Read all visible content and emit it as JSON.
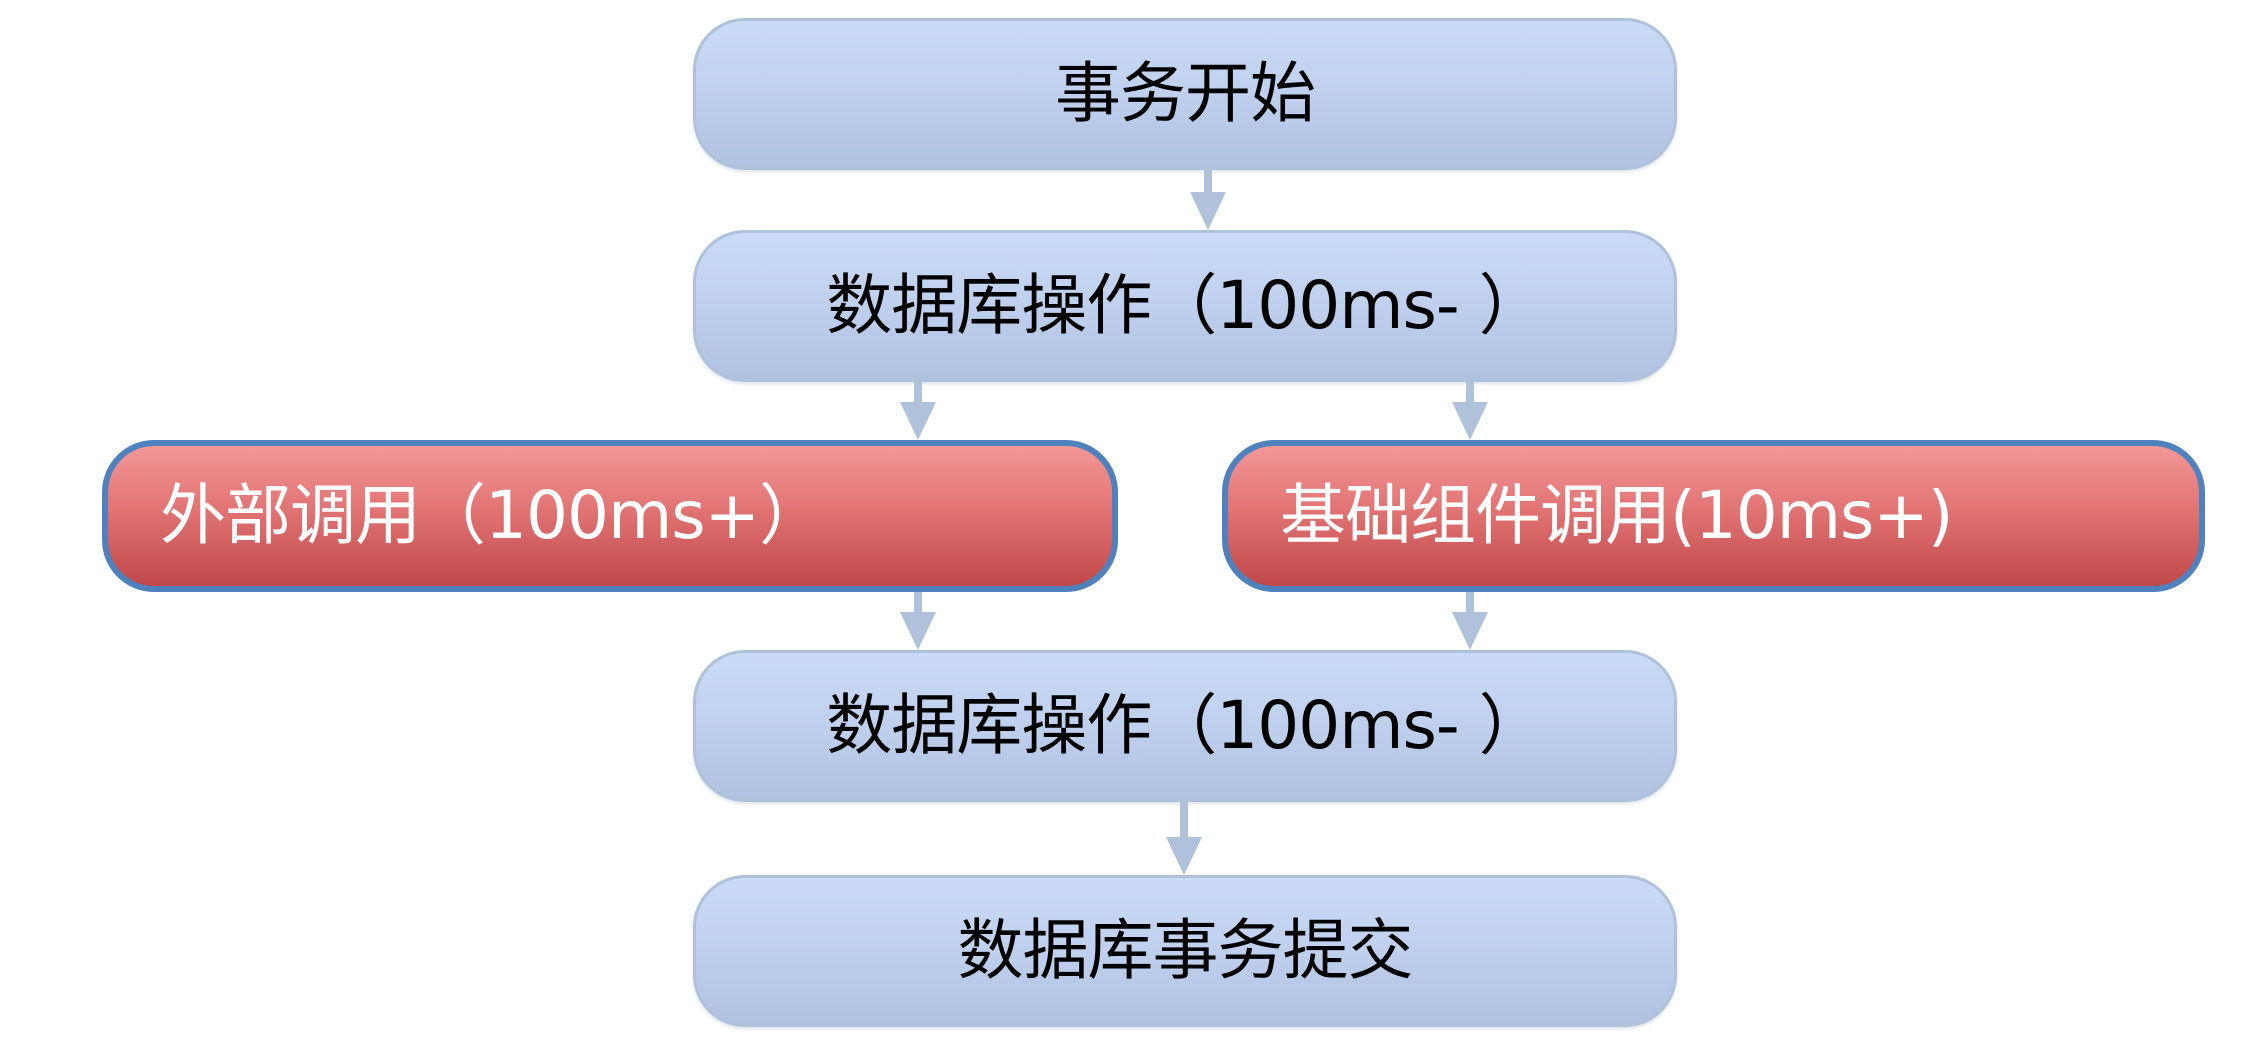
{
  "diagram": {
    "type": "flowchart",
    "colors": {
      "normal_fill_top": "#cadbf7",
      "normal_fill_bottom": "#afc2e0",
      "normal_border": "#b0c1dc",
      "highlight_fill_top": "#f39797",
      "highlight_fill_bottom": "#c0484a",
      "highlight_border": "#4f81bd",
      "arrow": "#b0c1dc"
    },
    "nodes": [
      {
        "id": "start",
        "label": "事务开始",
        "style": "normal"
      },
      {
        "id": "db_op_1",
        "label": "数据库操作（100ms- ）",
        "style": "normal"
      },
      {
        "id": "external_call",
        "label": "外部调用（100ms+）",
        "style": "highlight"
      },
      {
        "id": "component_call",
        "label": "基础组件调用(10ms+)",
        "style": "highlight"
      },
      {
        "id": "db_op_2",
        "label": "数据库操作（100ms- ）",
        "style": "normal"
      },
      {
        "id": "commit",
        "label": "数据库事务提交",
        "style": "normal"
      }
    ],
    "edges": [
      {
        "from": "start",
        "to": "db_op_1"
      },
      {
        "from": "db_op_1",
        "to": "external_call"
      },
      {
        "from": "db_op_1",
        "to": "component_call"
      },
      {
        "from": "external_call",
        "to": "db_op_2"
      },
      {
        "from": "component_call",
        "to": "db_op_2"
      },
      {
        "from": "db_op_2",
        "to": "commit"
      }
    ]
  }
}
